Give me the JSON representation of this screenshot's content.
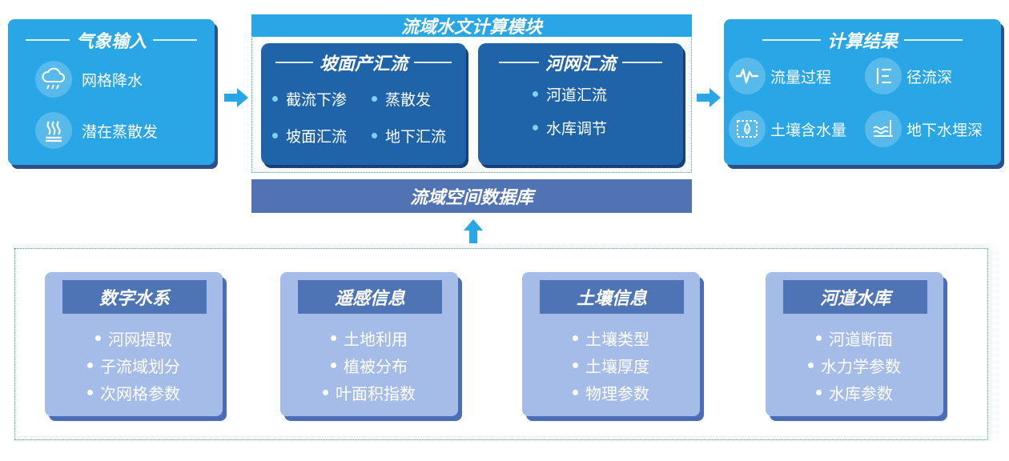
{
  "input": {
    "title": "气象输入",
    "items": [
      "网格降水",
      "潜在蒸散发"
    ]
  },
  "module": {
    "title": "流域水文计算模块",
    "slope": {
      "title": "坡面产汇流",
      "items": [
        "截流下渗",
        "蒸散发",
        "坡面汇流",
        "地下汇流"
      ]
    },
    "river": {
      "title": "河网汇流",
      "items": [
        "河道汇流",
        "水库调节"
      ]
    }
  },
  "database": {
    "title": "流域空间数据库"
  },
  "results": {
    "title": "计算结果",
    "items": [
      "流量过程",
      "径流深",
      "土壤含水量",
      "地下水埋深"
    ]
  },
  "cards": [
    {
      "title": "数字水系",
      "items": [
        "河网提取",
        "子流域划分",
        "次网格参数"
      ]
    },
    {
      "title": "遥感信息",
      "items": [
        "土地利用",
        "植被分布",
        "叶面积指数"
      ]
    },
    {
      "title": "土壤信息",
      "items": [
        "土壤类型",
        "土壤厚度",
        "物理参数"
      ]
    },
    {
      "title": "河道水库",
      "items": [
        "河道断面",
        "水力学参数",
        "水库参数"
      ]
    }
  ],
  "icons": {
    "rain": "cloud-rain-icon",
    "evap": "evaporation-icon",
    "flow": "flow-wave-icon",
    "runoff": "runoff-icon",
    "soil": "soil-moisture-icon",
    "ground": "groundwater-icon"
  },
  "colors": {
    "cyan": "#29a6e6",
    "dark_blue": "#1f63a8",
    "db_blue": "#5273b3",
    "card": "#a6bce8",
    "card_title": "#4f74b5"
  }
}
